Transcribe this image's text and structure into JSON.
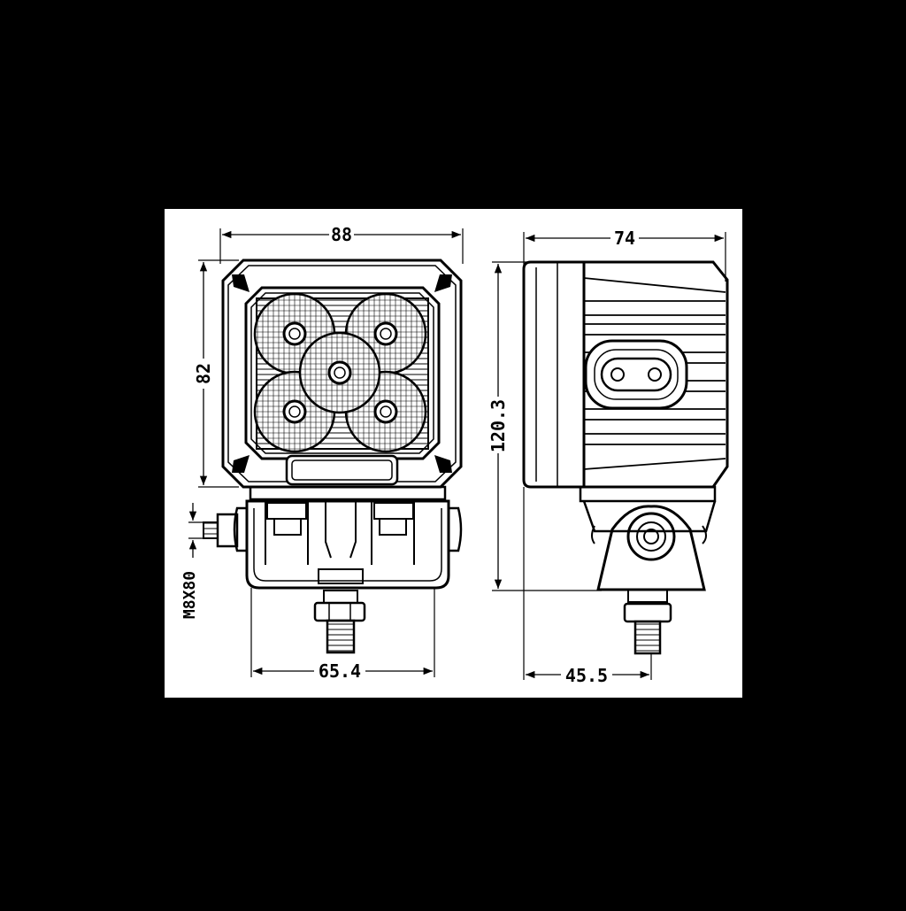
{
  "dimensions": {
    "front_width": "88",
    "front_height": "82",
    "bracket_width": "65.4",
    "bolt_spec": "M8X80",
    "side_depth": "74",
    "total_height": "120.3",
    "side_base": "45.5"
  },
  "colors": {
    "background": "#000000",
    "paper": "#ffffff",
    "ink": "#000000"
  }
}
